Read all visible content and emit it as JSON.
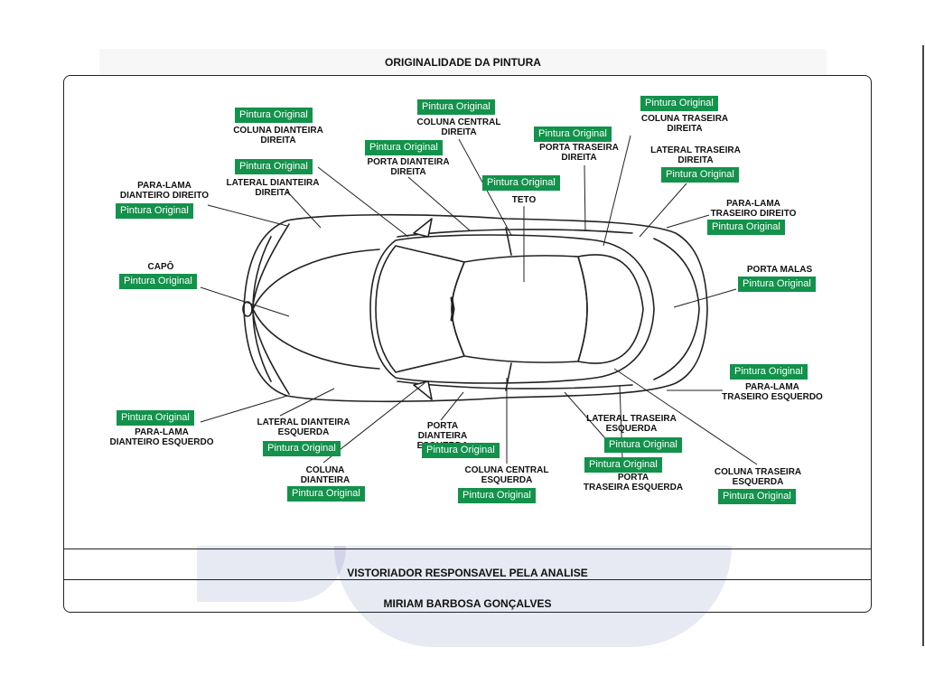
{
  "header": {
    "title": "ORIGINALIDADE DA PINTURA"
  },
  "badge_text": "Pintura Original",
  "parts": {
    "coluna_dianteira_direita": "COLUNA DIANTEIRA\nDIREITA",
    "lateral_dianteira_direita": "LATERAL DIANTEIRA\nDIREITA",
    "para_lama_dianteiro_direito": "PARA-LAMA\nDIANTEIRO DIREITO",
    "capo": "CAPÔ",
    "coluna_central_direita": "COLUNA CENTRAL\nDIREITA",
    "porta_dianteira_direita": "PORTA DIANTEIRA\nDIREITA",
    "teto": "TETO",
    "porta_traseira_direita": "PORTA TRASEIRA\nDIREITA",
    "coluna_traseira_direita": "COLUNA TRASEIRA\nDIREITA",
    "lateral_traseira_direita": "LATERAL TRASEIRA\nDIREITA",
    "para_lama_traseiro_direito": "PARA-LAMA\nTRASEIRO DIREITO",
    "porta_malas": "PORTA MALAS",
    "para_lama_traseiro_esquerdo": "PARA-LAMA\nTRASEIRO ESQUERDO",
    "para_lama_dianteiro_esquerdo": "PARA-LAMA\nDIANTEIRO ESQUERDO",
    "lateral_dianteira_esquerda": "LATERAL DIANTEIRA\nESQUERDA",
    "coluna_dianteira_esquerda": "COLUNA\nDIANTEIRA ESQUERDA",
    "porta_dianteira_esquerda": "PORTA\nDIANTEIRA ESQUERDA",
    "coluna_central_esquerda": "COLUNA CENTRAL\nESQUERDA",
    "lateral_traseira_esquerda": "LATERAL TRASEIRA\nESQUERDA",
    "porta_traseira_esquerda": "PORTA\nTRASEIRA ESQUERDA",
    "coluna_traseira_esquerda": "COLUNA TRASEIRA\nESQUERDA"
  },
  "inspector": {
    "heading": "VISTORIADOR RESPONSAVEL PELA ANALISE",
    "name": "MIRIAM BARBOSA GONÇALVES"
  },
  "colors": {
    "badge": "#13924b",
    "watermark": "#3c4aa0"
  }
}
